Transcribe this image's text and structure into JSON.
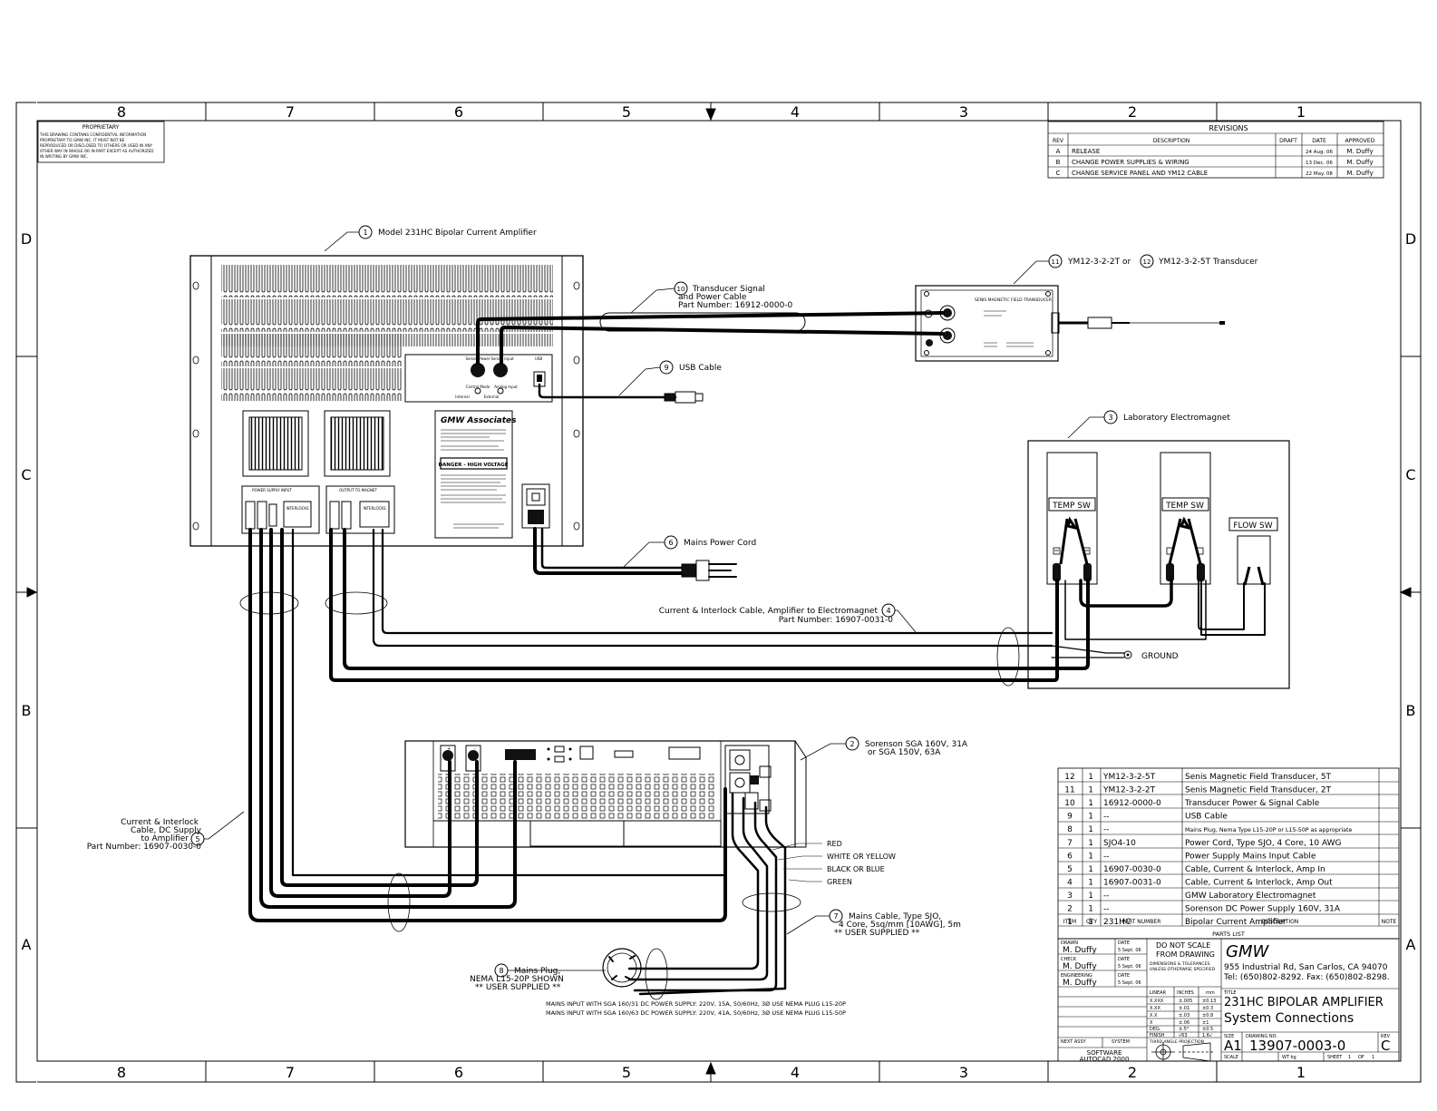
{
  "zone_cols": [
    "8",
    "7",
    "6",
    "5",
    "4",
    "3",
    "2",
    "1"
  ],
  "zone_rows": [
    "D",
    "C",
    "B",
    "A"
  ],
  "proprietary": {
    "title": "PROPRIETARY",
    "lines": [
      "THIS DRAWING CONTAINS CONFIDENTIAL INFORMATION",
      "PROPRIETARY TO GMW INC. IT MUST NOT BE",
      "REPRODUCED OR DISCLOSED TO OTHERS OR USED IN ANY",
      "OTHER WAY IN WHOLE OR IN PART EXCEPT AS AUTHORIZED",
      "IN WRITING BY GMW INC."
    ]
  },
  "revisions": {
    "title": "REVISIONS",
    "headers": [
      "REV",
      "DESCRIPTION",
      "DRAFT",
      "DATE",
      "APPROVED"
    ],
    "rows": [
      [
        "A",
        "RELEASE",
        "",
        "24 Aug. 06",
        "M. Duffy"
      ],
      [
        "B",
        "CHANGE POWER SUPPLIES & WIRING",
        "",
        "13 Dec. 06",
        "M. Duffy"
      ],
      [
        "C",
        "CHANGE SERVICE PANEL AND YM12 CABLE",
        "",
        "22 May. 08",
        "M. Duffy"
      ]
    ]
  },
  "callouts": {
    "c1": {
      "num": "1",
      "text": "Model 231HC Bipolar Current Amplifier"
    },
    "c10": {
      "num": "10",
      "lines": [
        "Transducer Signal",
        "and Power Cable",
        "Part Number: 16912-0000-0"
      ]
    },
    "c11": {
      "num": "11",
      "text": "YM12-3-2-2T or"
    },
    "c12": {
      "num": "12",
      "text": "YM12-3-2-5T Transducer"
    },
    "c9": {
      "num": "9",
      "text": "USB Cable"
    },
    "c3": {
      "num": "3",
      "text": "Laboratory Electromagnet"
    },
    "c6": {
      "num": "6",
      "text": "Mains Power Cord"
    },
    "c4": {
      "num": "4",
      "lines": [
        "Current & Interlock Cable, Amplifier to Electromagnet",
        "Part Number: 16907-0031-0"
      ]
    },
    "c2": {
      "num": "2",
      "lines": [
        "Sorenson SGA 160V, 31A",
        "or SGA 150V, 63A"
      ]
    },
    "c5": {
      "num": "5",
      "lines": [
        "Current & Interlock",
        "Cable, DC Supply",
        "to Amplifier",
        "Part Number: 16907-0030-0"
      ]
    },
    "c7": {
      "num": "7",
      "lines": [
        "Mains Cable, Type SJO,",
        "4 Core, 5sq/mm [10AWG], 5m",
        "** USER SUPPLIED **"
      ]
    },
    "c8": {
      "num": "8",
      "lines": [
        "Mains Plug,",
        "NEMA L15-20P SHOWN",
        "** USER SUPPLIED **"
      ]
    }
  },
  "magnet": {
    "temp_sw": "TEMP SW",
    "flow_sw": "FLOW SW",
    "ground": "GROUND"
  },
  "wire_colors": [
    "RED",
    "WHITE OR YELLOW",
    "BLACK OR BLUE",
    "GREEN"
  ],
  "amp_panel": {
    "sensor_power": "Sensor Power",
    "sensor_input": "Sensor Input",
    "usb": "USB",
    "control_mode": "Control Mode",
    "analog_input": "Analog Input",
    "internal": "Internal",
    "external": "External",
    "ps_input": "POWER SUPPLY INPUT",
    "output_to_magnet": "OUTPUT TO MAGNET",
    "interlocks": "INTERLOCKS",
    "logo": "GMW Associates",
    "danger": "DANGER - HIGH VOLTAGE"
  },
  "transducer_label": "SENIS MAGNETIC FIELD TRANSDUCER",
  "mains_notes": [
    "MAINS INPUT WITH SGA 160/31 DC POWER SUPPLY:  220V, 15A, 50/60Hz, 3Ø  USE NEMA PLUG L15-20P",
    "MAINS INPUT WITH SGA 160/63 DC POWER SUPPLY:  220V, 41A, 50/60Hz, 3Ø  USE NEMA PLUG L15-50P"
  ],
  "parts_list": {
    "title": "PARTS LIST",
    "headers": [
      "ITEM",
      "QTY",
      "PART NUMBER",
      "DESCRIPTION",
      "NOTE"
    ],
    "rows": [
      [
        "12",
        "1",
        "YM12-3-2-5T",
        "Senis Magnetic Field Transducer, 5T",
        ""
      ],
      [
        "11",
        "1",
        "YM12-3-2-2T",
        "Senis Magnetic Field Transducer, 2T",
        ""
      ],
      [
        "10",
        "1",
        "16912-0000-0",
        "Transducer Power & Signal Cable",
        ""
      ],
      [
        "9",
        "1",
        "--",
        "USB Cable",
        ""
      ],
      [
        "8",
        "1",
        "--",
        "Mains Plug, Nema Type L15-20P or L15-50P as appropriate",
        ""
      ],
      [
        "7",
        "1",
        "SJO4-10",
        "Power Cord, Type SJO, 4 Core, 10 AWG",
        ""
      ],
      [
        "6",
        "1",
        "--",
        "Power Supply Mains Input Cable",
        ""
      ],
      [
        "5",
        "1",
        "16907-0030-0",
        "Cable, Current & Interlock, Amp In",
        ""
      ],
      [
        "4",
        "1",
        "16907-0031-0",
        "Cable, Current & Interlock, Amp Out",
        ""
      ],
      [
        "3",
        "1",
        "--",
        "GMW Laboratory Electromagnet",
        ""
      ],
      [
        "2",
        "1",
        "--",
        "Sorenson DC Power Supply 160V, 31A",
        ""
      ],
      [
        "1",
        "1",
        "231HC",
        "Bipolar Current Amplifier",
        ""
      ]
    ]
  },
  "title_block": {
    "drawn_label": "DRAWN",
    "drawn_name": "M. Duffy",
    "drawn_date_label": "DATE",
    "drawn_date": "5 Sept. 06",
    "check_label": "CHECK",
    "check_name": "M. Duffy",
    "check_date_label": "DATE",
    "check_date": "5 Sept. 06",
    "eng_label": "ENGINEERING",
    "eng_name": "M. Duffy",
    "eng_date_label": "DATE",
    "eng_date": "5 Sept. 06",
    "do_not_scale": [
      "DO NOT SCALE",
      "FROM DRAWING"
    ],
    "dims_note": [
      "DIMENSIONS & TOLERANCES",
      "UNLESS OTHERWISE SPECIFIED"
    ],
    "tol_headers": [
      "LINEAR",
      "INCHES",
      "mm"
    ],
    "tol_rows": [
      [
        "X.XXX",
        "±.005",
        "±0.13"
      ],
      [
        "X.XX",
        "±.01",
        "±0.3"
      ],
      [
        "X.X",
        "±.03",
        "±0.8"
      ],
      [
        "X",
        "±.06",
        "±1"
      ],
      [
        "DEG.",
        "±.5°",
        "±0.5"
      ],
      [
        "FINISH",
        "√63",
        "1.6√"
      ]
    ],
    "company": "GMW",
    "address": "955 Industrial Rd, San Carlos, CA 94070",
    "phone": "Tel: (650)802-8292. Fax: (650)802-8298.",
    "title_label": "TITLE",
    "title_1": "231HC BIPOLAR AMPLIFIER",
    "title_2": "System Connections",
    "size_label": "SIZE",
    "size": "A1",
    "dwg_label": "DRAWING NO.",
    "dwg_no": "13907-0003-0",
    "rev_label": "REV",
    "rev": "C",
    "next_assy": "NEXT ASSY",
    "system": "SYSTEM",
    "third_angle": "THIRD ANGLE PROJECTION",
    "software": "SOFTWARE",
    "autocad": "AUTOCAD 2000",
    "scale_label": "SCALE",
    "wt_label": "WT kg",
    "sheet_label": "SHEET",
    "sheet_no": "1",
    "of_label": "OF",
    "sheet_total": "1"
  }
}
